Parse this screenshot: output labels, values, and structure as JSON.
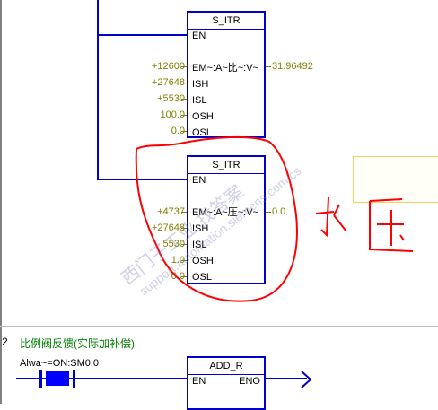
{
  "blocks": [
    {
      "title": "S_ITR",
      "en": "EN",
      "inputs": [
        {
          "pin": "EM~:A~比~:V~",
          "value": "+12600"
        },
        {
          "pin": "ISH",
          "value": "+27648"
        },
        {
          "pin": "ISL",
          "value": "+5530"
        },
        {
          "pin": "OSH",
          "value": "100.0"
        },
        {
          "pin": "OSL",
          "value": "0.0"
        }
      ],
      "output": "31.96492"
    },
    {
      "title": "S_ITR",
      "en": "EN",
      "inputs": [
        {
          "pin": "EM~:A~压~:V~",
          "value": "+4737"
        },
        {
          "pin": "ISH",
          "value": "+27648"
        },
        {
          "pin": "ISL",
          "value": "5530"
        },
        {
          "pin": "OSH",
          "value": "1.0"
        },
        {
          "pin": "OSL",
          "value": "0.0"
        }
      ],
      "output": "0.0"
    }
  ],
  "network": {
    "number": "2",
    "title": "比例阀反馈(实际加补偿)",
    "contact_label": "Alwa~=ON:SM0.0",
    "add_block": {
      "title": "ADD_R",
      "en": "EN",
      "eno": "ENO"
    }
  },
  "annotation": {
    "handwriting": "水压",
    "color": "#ff0000"
  },
  "watermark": {
    "line1": "西门子工业 找答案",
    "line2": "support.automation.siemens.com/cs"
  },
  "colors": {
    "wire": "#0000cc",
    "param": "#808000",
    "title": "#008000"
  }
}
